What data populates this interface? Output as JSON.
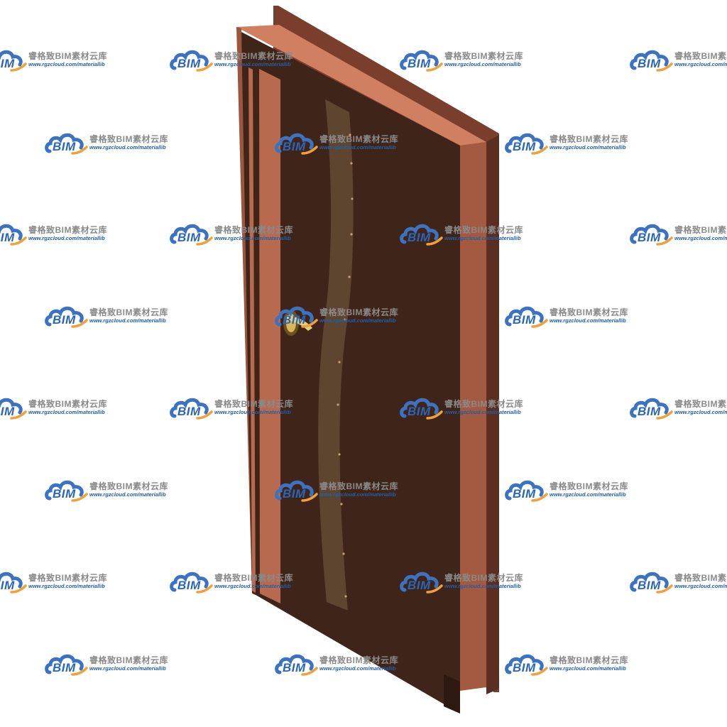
{
  "watermark": {
    "logo_text": "BIM",
    "title": "睿格致BIM素材云库",
    "url": "www.rgzcloud.com/materiallib",
    "colors": {
      "cloud": "#3b73c2",
      "swoosh": "#f0a13a",
      "text": "#8a8a8a",
      "url": "#1f5fa8"
    }
  },
  "door": {
    "colors": {
      "slab_face": "#3f2419",
      "slab_edge": "#2e1912",
      "frame_face": "#c9785a",
      "frame_side": "#9c563d",
      "frame_top": "#d07f60",
      "inlay": "#5e4530",
      "handle": "#c8a84a"
    }
  }
}
